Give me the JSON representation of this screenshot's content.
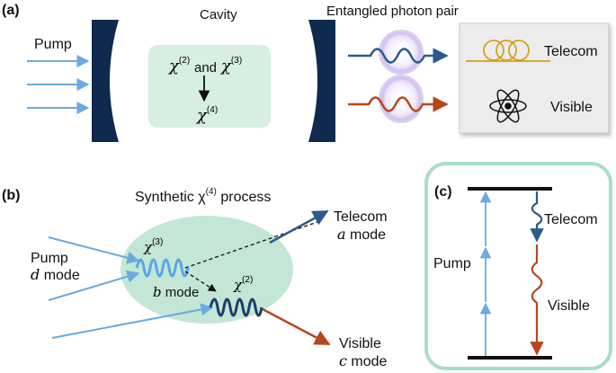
{
  "panel_a": {
    "label": "(a)",
    "pump": "Pump",
    "cavity": "Cavity",
    "chi2": "χ",
    "chi2_sup": "(2)",
    "and": "and",
    "chi3": "χ",
    "chi3_sup": "(3)",
    "chi4": "χ",
    "chi4_sup": "(4)",
    "pair_title": "Entangled photon pair",
    "telecom": "Telecom",
    "visible": "Visible"
  },
  "panel_b": {
    "label": "(b)",
    "title_prefix": "Synthetic χ",
    "title_sup": "(4)",
    "title_suffix": " process",
    "pump": "Pump",
    "d_mode_var": "d",
    "d_mode_word": " mode",
    "chi3": "χ",
    "chi3_sup": "(3)",
    "chi2": "χ",
    "chi2_sup": "(2)",
    "b_mode_var": "b",
    "b_mode_word": " mode",
    "telecom": "Telecom",
    "a_mode_var": "a",
    "a_mode_word": " mode",
    "visible": "Visible",
    "c_mode_var": "c",
    "c_mode_word": " mode"
  },
  "panel_c": {
    "label": "(c)",
    "pump": "Pump",
    "telecom": "Telecom",
    "visible": "Visible"
  },
  "colors": {
    "pump_blue": "#6aaae0",
    "telecom_blue": "#2c5a8a",
    "visible_red": "#b8461e",
    "mirror_navy": "#0f2a4e",
    "cavity_green": "#d6efe0",
    "ellipse_green": "#c4e6d6",
    "frame_green": "#a9dcd1",
    "coil_gold": "#d6a11a",
    "box_gray": "#ececec"
  }
}
